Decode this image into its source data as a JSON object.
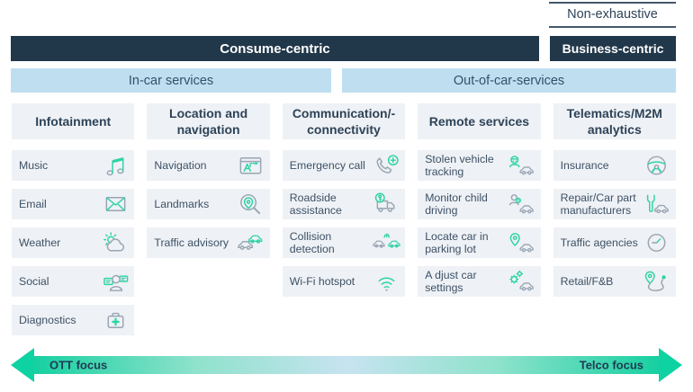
{
  "meta": {
    "non_exhaustive": "Non-exhaustive"
  },
  "header": {
    "consumer_centric": "Consume-centric",
    "business_centric": "Business-centric",
    "in_car": "In-car services",
    "out_of_car": "Out-of-car-services"
  },
  "columns": [
    {
      "id": "infotainment",
      "title": "Infotainment",
      "items": [
        {
          "label": "Music",
          "icon": "music-notes"
        },
        {
          "label": "Email",
          "icon": "email-envelope"
        },
        {
          "label": "Weather",
          "icon": "weather-sun-cloud"
        },
        {
          "label": "Social",
          "icon": "social-person-chat"
        },
        {
          "label": "Diagnostics",
          "icon": "diagnostics-first-aid"
        }
      ]
    },
    {
      "id": "location-navigation",
      "title": "Location and\nnavigation",
      "items": [
        {
          "label": "Navigation",
          "icon": "navigation-map"
        },
        {
          "label": "Landmarks",
          "icon": "landmarks-search-pin"
        },
        {
          "label": "Traffic advisory",
          "icon": "traffic-cars"
        }
      ]
    },
    {
      "id": "communication-connectivity",
      "title": "Communication/-\nconnectivity",
      "items": [
        {
          "label": "Emergency call",
          "icon": "emergency-call-phone"
        },
        {
          "label": "Roadside assistance",
          "icon": "roadside-truck"
        },
        {
          "label": "Collision detection",
          "icon": "collision-cars"
        },
        {
          "label": "Wi-Fi hotspot",
          "icon": "wifi-hotspot"
        }
      ]
    },
    {
      "id": "remote-services",
      "title": "Remote services",
      "items": [
        {
          "label": "Stolen vehicle tracking",
          "icon": "stolen-vehicle-tracking"
        },
        {
          "label": "Monitor child driving",
          "icon": "monitor-child-driving"
        },
        {
          "label": "Locate car in parking lot",
          "icon": "locate-car-pin"
        },
        {
          "label": "A djust car settings",
          "icon": "adjust-car-gears"
        }
      ]
    },
    {
      "id": "telematics-m2m",
      "title": "Telematics/M2M\nanalytics",
      "items": [
        {
          "label": "Insurance",
          "icon": "insurance-steering-wheel"
        },
        {
          "label": "Repair/Car part manufacturers",
          "icon": "repair-wrench-car"
        },
        {
          "label": "Traffic agencies",
          "icon": "traffic-agencies-clock"
        },
        {
          "label": "Retail/F&B",
          "icon": "retail-pin-route"
        }
      ]
    }
  ],
  "arrow": {
    "left_label": "OTT focus",
    "right_label": "Telco focus"
  },
  "colors": {
    "dark_navy": "#21374a",
    "light_blue": "#bfdff0",
    "cell_bg": "#eef1f5",
    "green": "#2ed3a6",
    "icon_gray": "#98a5b3",
    "text_navy": "#2e4358"
  }
}
